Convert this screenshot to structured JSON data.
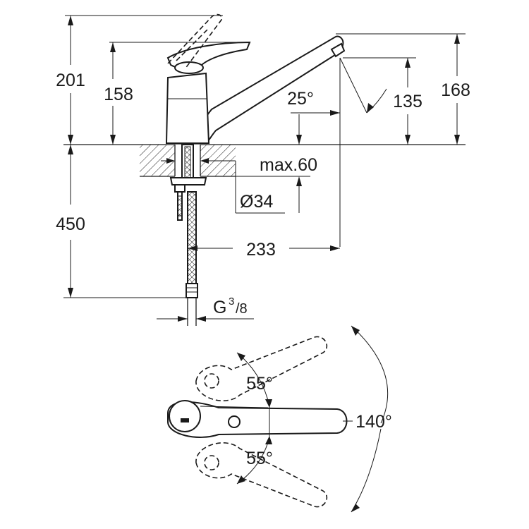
{
  "side_view": {
    "dim_top_height": "201",
    "dim_lever_height": "158",
    "dim_spout_height": "168",
    "dim_aerator_height": "135",
    "spout_angle": "25°",
    "max_counter_thickness": "max.60",
    "hole_diameter": "Ø34",
    "dim_below_counter": "450",
    "dim_projection": "233",
    "connection_thread": "G",
    "connection_thread_fraction_num": "3",
    "connection_thread_fraction_den": "/8"
  },
  "top_view": {
    "lever_angle_up": "55°",
    "lever_angle_down": "55°",
    "total_rotation": "140°"
  }
}
